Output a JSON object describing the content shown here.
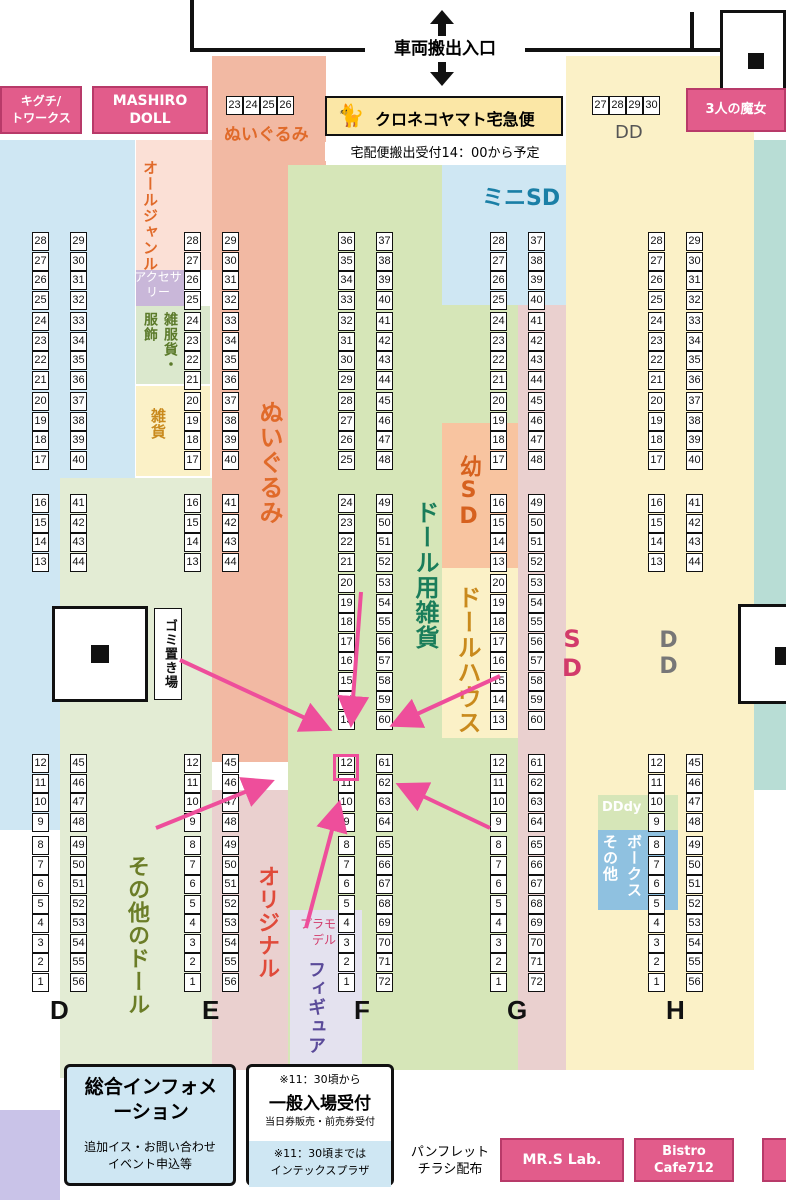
{
  "header": {
    "vehicle_gate": "車両搬出入口",
    "yamato_label": "クロネコヤマト宅急便",
    "yamato_note": "宅配便搬出受付14：00から予定"
  },
  "top_booths": {
    "left_partial": "キグチ/\nトワークス",
    "mashiro": "MASHIRO\nDOLL",
    "witches": "3人の魔女",
    "nui_numbers": [
      "23",
      "24",
      "25",
      "26"
    ],
    "dd_numbers": [
      "27",
      "28",
      "29",
      "30"
    ],
    "dd_top_label": "DD"
  },
  "zones": {
    "all_genre": "オールジャンル",
    "accessory": "アクセサリー",
    "clothing": "雑服貨・服飾",
    "zakka": "雑貨",
    "nuigurumi_top": "ぬいぐるみ",
    "nuigurumi": "ぬいぐるみ",
    "mini_sd": "ミニSD",
    "doll_goods": "ドール用雑貨",
    "dollhouse": "ドールハウス",
    "youth_sd": "幼SD",
    "sd": "SD",
    "dd": "DD",
    "other_doll": "その他のドール",
    "original": "オリジナル",
    "plamodel": "プラモデル",
    "figure": "フィギュア",
    "dddy": "DDdy",
    "box": "ボークス",
    "box_other": "その他",
    "trash": "ゴミ置き場"
  },
  "columns": [
    "D",
    "E",
    "F",
    "G",
    "H"
  ],
  "booth_columns": {
    "col_left": [
      "28",
      "27",
      "26",
      "25",
      "24",
      "23",
      "22",
      "21",
      "20",
      "19",
      "18",
      "17",
      "16",
      "15",
      "14",
      "13",
      "12",
      "11",
      "10",
      "9",
      "8",
      "7",
      "6",
      "5",
      "4",
      "3",
      "2",
      "1"
    ],
    "col_right": [
      "29",
      "30",
      "31",
      "32",
      "33",
      "34",
      "35",
      "36",
      "37",
      "38",
      "39",
      "40",
      "41",
      "42",
      "43",
      "44",
      "45",
      "46",
      "47",
      "48",
      "49",
      "50",
      "51",
      "52",
      "53",
      "54",
      "55",
      "56"
    ],
    "f_left": [
      "36",
      "35",
      "34",
      "33",
      "32",
      "31",
      "30",
      "29",
      "28",
      "27",
      "26",
      "25",
      "24",
      "23",
      "22",
      "21",
      "20",
      "19",
      "18",
      "17",
      "16",
      "15",
      "14",
      "13",
      "12",
      "11",
      "10",
      "9",
      "8",
      "7",
      "6",
      "5",
      "4",
      "3",
      "2",
      "1"
    ],
    "f_right": [
      "37",
      "38",
      "39",
      "40",
      "41",
      "42",
      "43",
      "44",
      "45",
      "46",
      "47",
      "48",
      "49",
      "50",
      "51",
      "52",
      "53",
      "54",
      "55",
      "56",
      "57",
      "58",
      "59",
      "60",
      "61",
      "62",
      "63",
      "64",
      "65",
      "66",
      "67",
      "68",
      "69",
      "70",
      "71",
      "72"
    ]
  },
  "bottom": {
    "info_title": "総合インフォメーション",
    "info_sub": "追加イス・お問い合わせ\nイベント申込等",
    "entry_time": "※11：30頃から",
    "entry_title": "一般入場受付",
    "entry_sub": "当日券販売・前売券受付",
    "entry_note": "※11：30頃までは\nインテックスプラザ",
    "pamphlet": "パンフレット\nチラシ配布",
    "mrs_lab": "MR.S Lab.",
    "bistro": "Bistro\nCafe712"
  },
  "colors": {
    "accent_pink": "#e25c8b",
    "arrow_pink": "#ee4e9b",
    "sky": "#cfe7f3",
    "green": "#d6e6b8",
    "peach": "#f2b9a3",
    "cream": "#fbf1c7"
  }
}
